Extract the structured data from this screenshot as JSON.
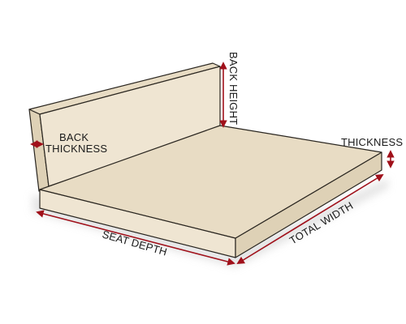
{
  "colors": {
    "cushion_top": "#e8dcc4",
    "cushion_side": "#ded1b6",
    "cushion_front": "#efe5d2",
    "outline": "#2a2620",
    "dimension": "#a0101a",
    "shadow": "#cfcfcf"
  },
  "labels": {
    "back_height": "BACK HEIGHT",
    "back_thickness_line1": "BACK",
    "back_thickness_line2": "THICKNESS",
    "thickness": "THICKNESS",
    "seat_depth": "SEAT DEPTH",
    "total_width": "TOTAL WIDTH"
  }
}
